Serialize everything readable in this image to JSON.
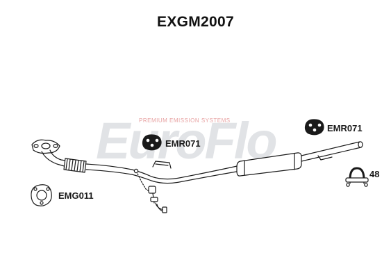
{
  "diagram": {
    "title": "EXGM2007",
    "watermark": {
      "brand": "EuroFlo",
      "tagline": "PREMIUM EMISSION SYSTEMS",
      "brand_color": "#c9cdd3",
      "accent_color": "#e28a8a"
    },
    "parts": {
      "mount_left": {
        "code": "EMR071",
        "icon": "rubber-mount-icon"
      },
      "mount_right": {
        "code": "EMR071",
        "icon": "rubber-mount-icon"
      },
      "gasket": {
        "code": "EMG011",
        "icon": "triangular-gasket-icon"
      },
      "clamp": {
        "code": "48",
        "icon": "u-clamp-icon"
      }
    },
    "line_color": "#1a1a1a"
  }
}
